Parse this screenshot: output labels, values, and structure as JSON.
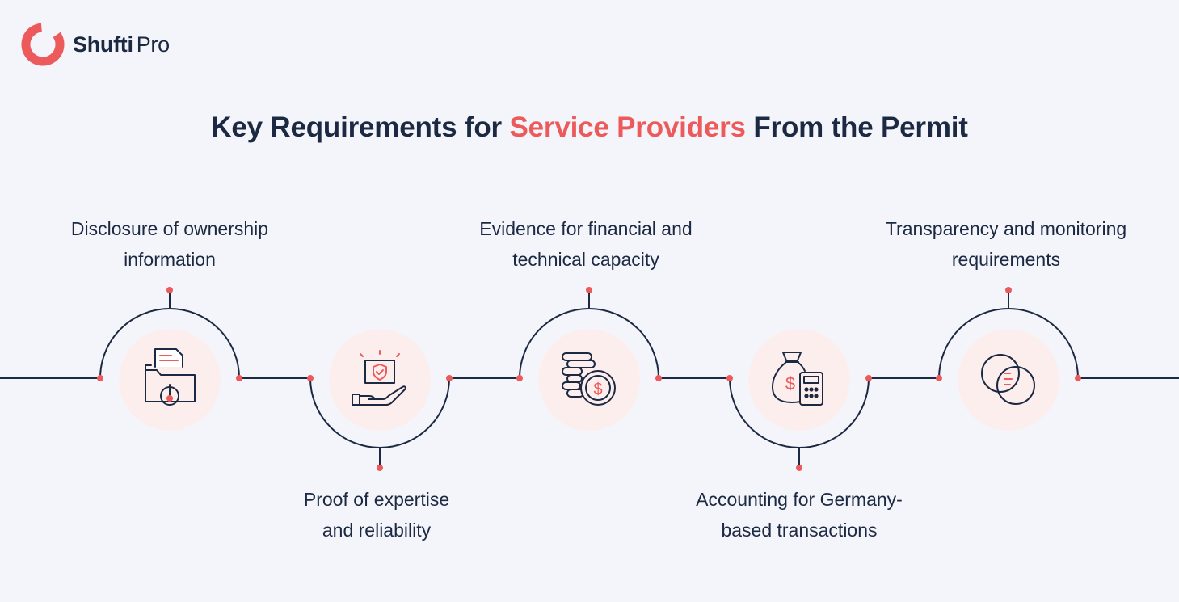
{
  "brand": {
    "name_part1": "Shufti",
    "name_part2": "Pro",
    "accent_color": "#ec5a5b",
    "text_color": "#1c2942",
    "icon": "shufti-pro-logo"
  },
  "title": {
    "before": "Key Requirements for ",
    "highlight": "Service Providers",
    "after": " From the Permit"
  },
  "steps": [
    {
      "line1": "Disclosure of ownership",
      "line2": "information",
      "position": "top",
      "icon": "folder-info-icon"
    },
    {
      "line1": "Proof of expertise",
      "line2": "and reliability",
      "position": "bottom",
      "icon": "hand-shield-icon"
    },
    {
      "line1": "Evidence for financial and",
      "line2": "technical capacity",
      "position": "top",
      "icon": "coins-dollar-icon"
    },
    {
      "line1": "Accounting for Germany-",
      "line2": "based transactions",
      "position": "bottom",
      "icon": "money-bag-calculator-icon"
    },
    {
      "line1": "Transparency and monitoring",
      "line2": "requirements",
      "position": "top",
      "icon": "overlapping-circles-icon"
    }
  ]
}
